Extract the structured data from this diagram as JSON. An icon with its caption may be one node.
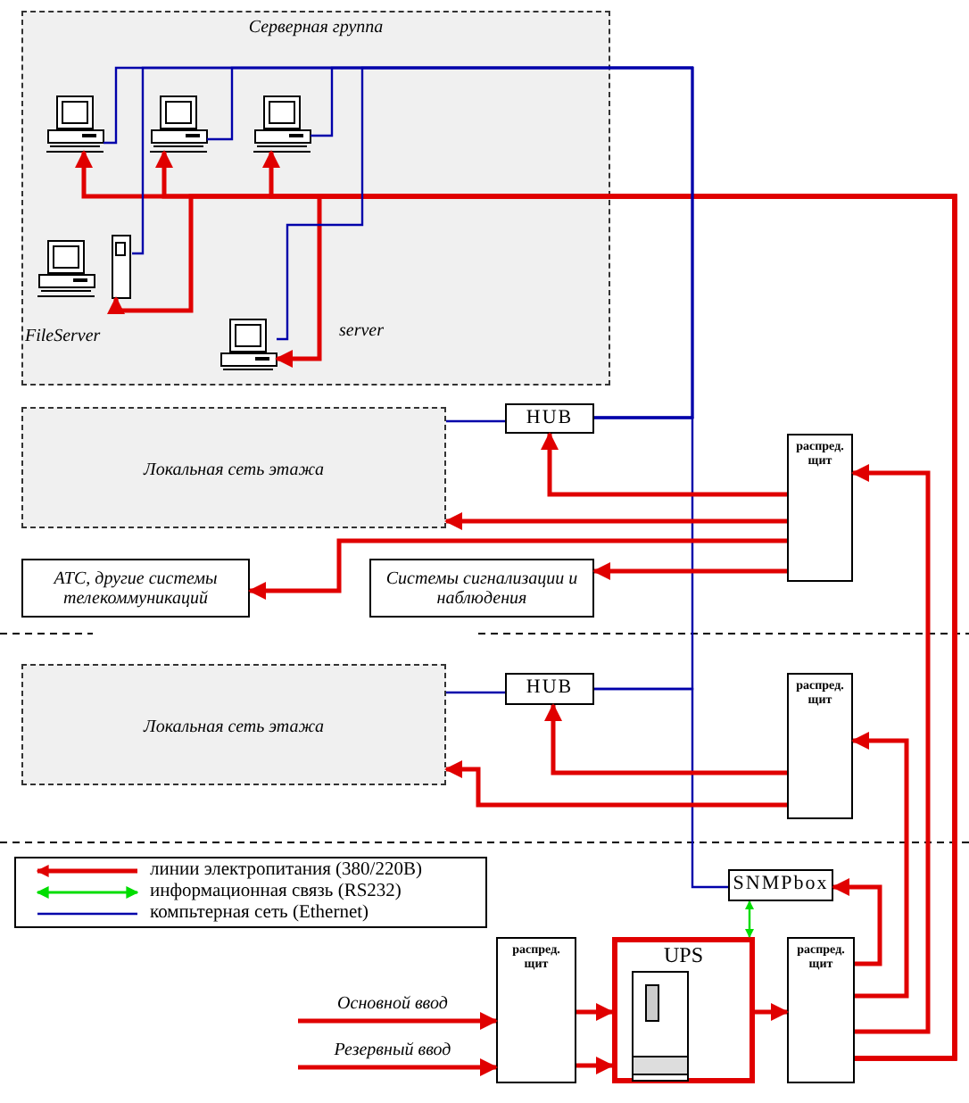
{
  "diagram": {
    "nodes": [
      {
        "text": [
          "Серверная группа"
        ]
      },
      {
        "text": [],
        "shape": "picture",
        "in": 0
      },
      {
        "text": [],
        "shape": "picture",
        "in": 0
      },
      {
        "text": [],
        "shape": "picture",
        "in": 0
      },
      {
        "text": [],
        "shape": "picture",
        "in": 0,
        "beside": [
          "FileServer"
        ]
      },
      {
        "text": [],
        "shape": "picture",
        "in": 0,
        "beside": [
          "server"
        ]
      },
      {
        "text": [
          "Локальная сеть этажа"
        ]
      },
      {
        "text": [
          "HUB"
        ]
      },
      {
        "text": [
          "распред. щит"
        ]
      },
      {
        "text": [
          "АТС, другие системы телекоммуникаций"
        ]
      },
      {
        "text": [
          "Системы сигнализации и наблюдения"
        ]
      },
      {
        "text": [
          "Локальная сеть этажа"
        ]
      },
      {
        "text": [
          "HUB"
        ]
      },
      {
        "text": [
          "распред. щит"
        ]
      },
      {
        "text": [
          "SNMPbox"
        ]
      },
      {
        "text": [
          "распред. щит"
        ]
      },
      {
        "text": [
          "UPS"
        ]
      },
      {
        "text": [
          "распред. щит"
        ]
      }
    ],
    "edges": [
      {
        "from": 17,
        "to": 1,
        "arrow": "to"
      },
      {
        "from": 17,
        "to": 2,
        "arrow": "to"
      },
      {
        "from": 17,
        "to": 3,
        "arrow": "to"
      },
      {
        "from": 17,
        "to": 4,
        "arrow": "to"
      },
      {
        "from": 17,
        "to": 5,
        "arrow": "to"
      },
      {
        "from": 1,
        "to": 7,
        "arrow": "none",
        "color": "#0000aa"
      },
      {
        "from": 2,
        "to": 7,
        "arrow": "none",
        "color": "#0000aa"
      },
      {
        "from": 3,
        "to": 7,
        "arrow": "none",
        "color": "#0000aa"
      },
      {
        "from": 4,
        "to": 7,
        "arrow": "none",
        "color": "#0000aa"
      },
      {
        "from": 5,
        "to": 7,
        "arrow": "none",
        "color": "#0000aa"
      },
      {
        "from": 7,
        "to": 6,
        "arrow": "none",
        "color": "#0000aa"
      },
      {
        "from": 7,
        "to": 12,
        "arrow": "none",
        "color": "#0000aa"
      },
      {
        "from": 12,
        "to": 11,
        "arrow": "none",
        "color": "#0000aa"
      },
      {
        "from": 12,
        "to": 14,
        "arrow": "none",
        "color": "#0000aa"
      },
      {
        "from": 17,
        "to": 8,
        "arrow": "to"
      },
      {
        "from": 8,
        "to": 7,
        "arrow": "to"
      },
      {
        "from": 8,
        "to": 6,
        "arrow": "to"
      },
      {
        "from": 8,
        "to": 9,
        "arrow": "to"
      },
      {
        "from": 8,
        "to": 10,
        "arrow": "to"
      },
      {
        "from": 17,
        "to": 13,
        "arrow": "to"
      },
      {
        "from": 13,
        "to": 12,
        "arrow": "to"
      },
      {
        "from": 13,
        "to": 11,
        "arrow": "to"
      },
      {
        "from": 17,
        "to": 14,
        "arrow": "to"
      },
      {
        "from": 14,
        "to": 16,
        "arrow": "both",
        "color": "#00dd00"
      },
      {
        "from": 15,
        "to": 16,
        "arrow": "to"
      },
      {
        "from": 15,
        "to": 16,
        "arrow": "to"
      },
      {
        "from": 16,
        "to": 17,
        "arrow": "to"
      },
      {
        "from": null,
        "to": 15,
        "arrow": "to",
        "label": "Основной ввод"
      },
      {
        "from": null,
        "to": 15,
        "arrow": "to",
        "label": "Резервный ввод"
      }
    ],
    "legend": [
      {
        "text": "линии электропитания (380/220В)"
      },
      {
        "text": "информационная связь (RS232)"
      },
      {
        "text": "компьтерная сеть (Ethernet)"
      }
    ]
  }
}
